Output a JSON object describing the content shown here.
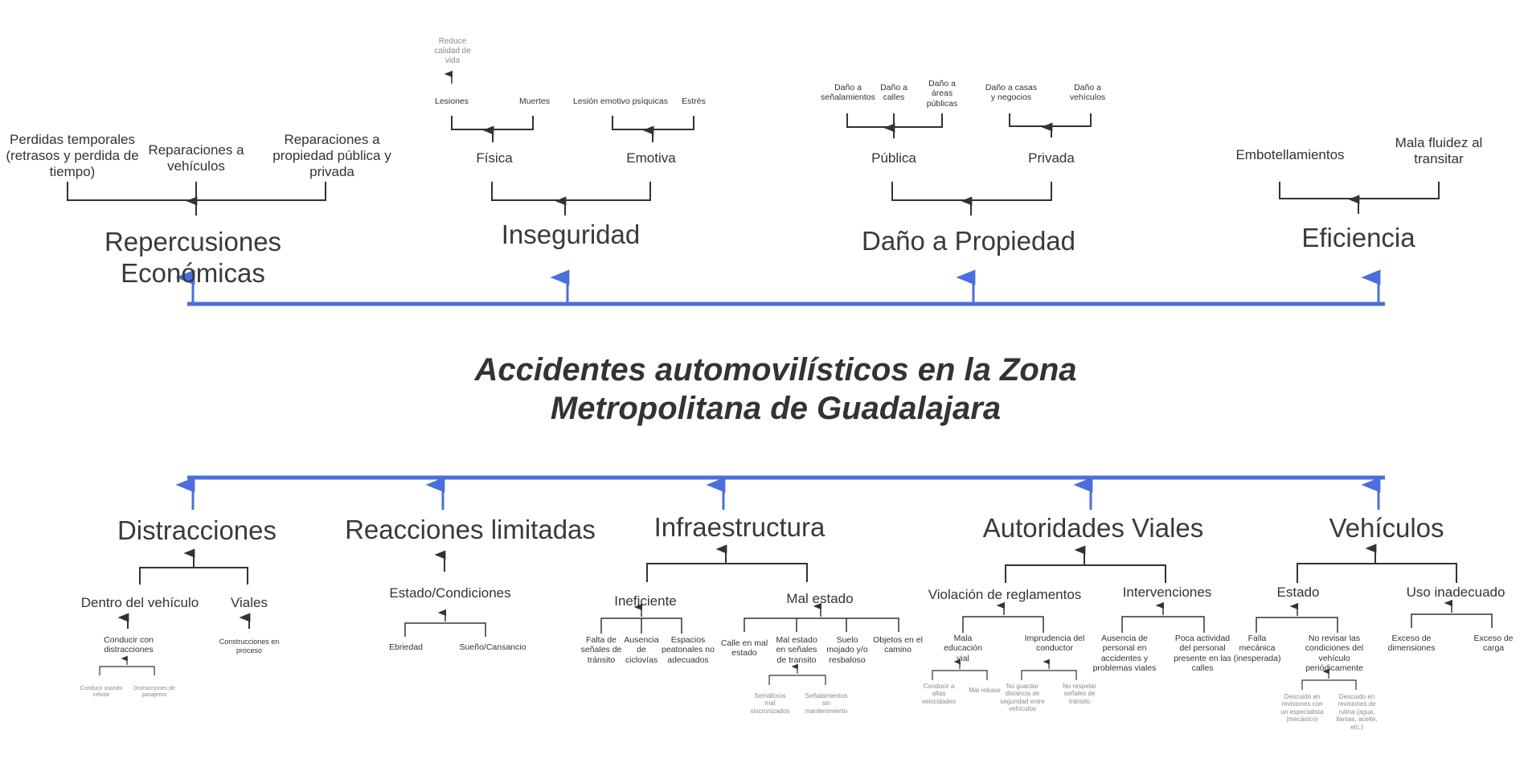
{
  "title": "Accidentes automovilísticos en la Zona Metropolitana de Guadalajara",
  "effects": {
    "economicas": {
      "label": "Repercusiones Económicas",
      "children": [
        "Perdidas temporales (retrasos y perdida de tiempo)",
        "Reparaciones a vehículos",
        "Reparaciones a propiedad pública y privada"
      ]
    },
    "inseguridad": {
      "label": "Inseguridad",
      "fisica": {
        "label": "Física",
        "children": [
          "Lesiones",
          "Muertes"
        ],
        "lesiones_child": "Reduce calidad de vida"
      },
      "emotiva": {
        "label": "Emotiva",
        "children": [
          "Lesión emotivo psíquicas",
          "Estrés"
        ]
      }
    },
    "propiedad": {
      "label": "Daño a Propiedad",
      "publica": {
        "label": "Pública",
        "children": [
          "Daño a señalamientos",
          "Daño a calles",
          "Daño a áreas públicas"
        ]
      },
      "privada": {
        "label": "Privada",
        "children": [
          "Daño a casas y negocios",
          "Daño a vehículos"
        ]
      }
    },
    "eficiencia": {
      "label": "Eficiencia",
      "children": [
        "Embotellamientos",
        "Mala fluidez al transitar"
      ]
    }
  },
  "causes": {
    "distracciones": {
      "label": "Distracciones",
      "dentro": {
        "label": "Dentro del vehículo",
        "child": "Conducir con distracciones",
        "grandchildren": [
          "Conducir usando celular",
          "Distracciones de pasajeros"
        ]
      },
      "viales": {
        "label": "Viales",
        "child": "Construcciones en proceso"
      }
    },
    "reacciones": {
      "label": "Reacciones limitadas",
      "estado": {
        "label": "Estado/Condiciones",
        "children": [
          "Ebriedad",
          "Sueño/Cansancio"
        ]
      }
    },
    "infraestructura": {
      "label": "Infraestructura",
      "ineficiente": {
        "label": "Ineficiente",
        "children": [
          "Falta de señales de tránsito",
          "Ausencia de ciclovías",
          "Espacios peatonales no adecuados"
        ]
      },
      "mal_estado": {
        "label": "Mal estado",
        "children": [
          "Calle en mal estado",
          "Mal estado en señales de transito",
          "Suelo mojado y/o resbaloso",
          "Objetos en el camino"
        ],
        "senales_children": [
          "Semáforos mal sincronizados",
          "Señalamientos sin mantenimiento"
        ]
      }
    },
    "autoridades": {
      "label": "Autoridades Viales",
      "violacion": {
        "label": "Violación de reglamentos",
        "mala": {
          "label": "Mala educación vial",
          "children": [
            "Conducir a altas velocidades",
            "Mal rebase"
          ]
        },
        "imprudencia": {
          "label": "Imprudencia del conductor",
          "children": [
            "No guardar distancia de seguridad entre vehículos",
            "No respetar señales de tránsito"
          ]
        }
      },
      "intervenciones": {
        "label": "Intervenciones",
        "children": [
          "Ausencia de personal en accidentes y problemas viales",
          "Poca actividad del personal presente en las calles"
        ]
      }
    },
    "vehiculos": {
      "label": "Vehículos",
      "estado": {
        "label": "Estado",
        "children": [
          "Falla mecánica (inesperada)",
          "No revisar las condiciones del vehículo periódicamente"
        ],
        "revisar_children": [
          "Descuido en revisiones con un especialista (mecánico)",
          "Descuido en revisiones de rutina (agua, llantas, aceite, etc.)"
        ]
      },
      "uso": {
        "label": "Uso inadecuado",
        "children": [
          "Exceso de dimensiones",
          "Exceso de carga"
        ]
      }
    }
  },
  "colors": {
    "accent": "#4a6fdc",
    "line": "#333333",
    "text": "#333333",
    "faint": "#8a8a8a"
  }
}
